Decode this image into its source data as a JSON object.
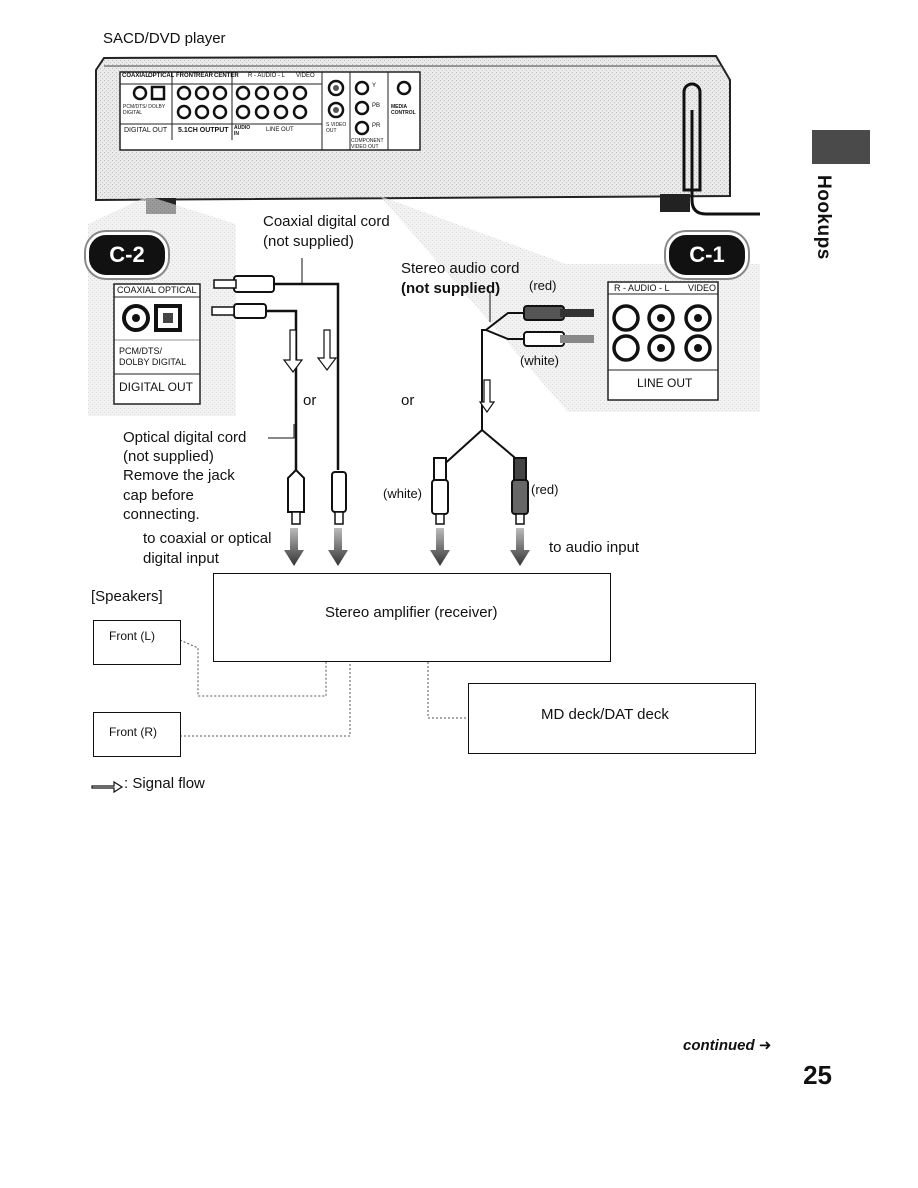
{
  "title": "SACD/DVD player",
  "side_tab": "Hookups",
  "badges": {
    "c2": "C-2",
    "c1": "C-1"
  },
  "player_panel": {
    "coaxial": "COAXIAL",
    "optical": "OPTICAL",
    "front": "FRONT",
    "rear": "REAR",
    "center": "CENTER",
    "audio": "R - AUDIO - L",
    "video": "VIDEO",
    "pcm": "PCM/DTS/ DOLBY DIGITAL",
    "digital_out": "DIGITAL OUT",
    "ch_output": "5.1CH OUTPUT",
    "audio_in": "AUDIO IN",
    "line_out": "LINE OUT",
    "s_video": "S VIDEO OUT",
    "y": "Y",
    "pb": "PB",
    "pr": "PR",
    "component": "COMPONENT VIDEO OUT",
    "media_control": "MEDIA CONTROL"
  },
  "c2_panel": {
    "coaxial": "COAXIAL",
    "optical": "OPTICAL",
    "pcm": "PCM/DTS/ DOLBY DIGITAL",
    "digital_out": "DIGITAL OUT"
  },
  "c1_panel": {
    "audio": "R - AUDIO - L",
    "video": "VIDEO",
    "line_out": "LINE OUT"
  },
  "labels": {
    "coaxial_cord_1": "Coaxial digital cord",
    "coaxial_cord_2": "(not supplied)",
    "stereo_cord_1": "Stereo audio cord",
    "stereo_cord_2": "(not supplied)",
    "red_top": "(red)",
    "white_top": "(white)",
    "or_left": "or",
    "or_right": "or",
    "optical_1": "Optical digital cord",
    "optical_2": "(not supplied)",
    "optical_3": "Remove the jack",
    "optical_4": "cap before",
    "optical_5": "connecting.",
    "white_bottom": "(white)",
    "red_bottom": "(red)",
    "to_digital_1": "to coaxial or optical",
    "to_digital_2": "digital input",
    "to_audio": "to audio input",
    "speakers": "[Speakers]",
    "amplifier": "Stereo amplifier (receiver)",
    "front_l": "Front (L)",
    "front_r": "Front (R)",
    "md_deck": "MD deck/DAT deck",
    "signal_flow": ": Signal flow"
  },
  "footer": {
    "continued": "continued",
    "page_number": "25"
  }
}
